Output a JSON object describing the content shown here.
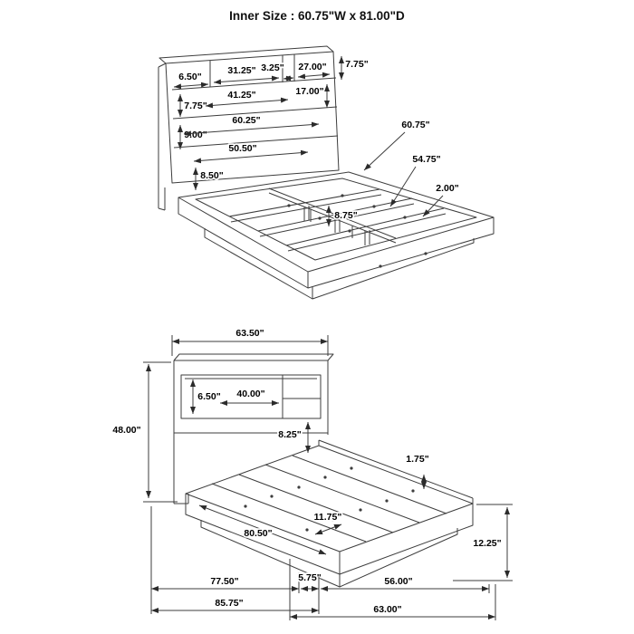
{
  "title": "Inner Size : 60.75\"W x 81.00\"D",
  "top_view": {
    "dims": {
      "shelf_left_width": "6.50\"",
      "shelf_center_width": "31.25\"",
      "divider_gap": "3.25\"",
      "shelf_right_width": "27.00\"",
      "headboard_depth": "7.75\"",
      "row2_height": "7.75\"",
      "opening_width": "41.25\"",
      "side_opening_height": "17.00\"",
      "row3_height": "9.00\"",
      "headboard_opening_width": "60.25\"",
      "rail_span": "50.50\"",
      "rail_height": "8.50\"",
      "inner_width": "60.75\"",
      "slat_length": "54.75\"",
      "rail_lip": "2.00\"",
      "support_height": "8.75\""
    }
  },
  "bottom_view": {
    "dims": {
      "headboard_width": "63.50\"",
      "headboard_height": "48.00\"",
      "shelf_depth": "6.50\"",
      "shelf_width": "40.00\"",
      "rail_height": "8.25\"",
      "deck_lip": "1.75\"",
      "deck_length": "80.50\"",
      "plank_width": "11.75\"",
      "base_height": "12.25\"",
      "base_length": "77.50\"",
      "foot_offset": "5.75\"",
      "overall_length": "85.75\"",
      "base_width": "56.00\"",
      "overall_width": "63.00\""
    }
  },
  "colors": {
    "line": "#3d3d3d",
    "dimension": "#2b2b2b",
    "background": "#ffffff"
  }
}
